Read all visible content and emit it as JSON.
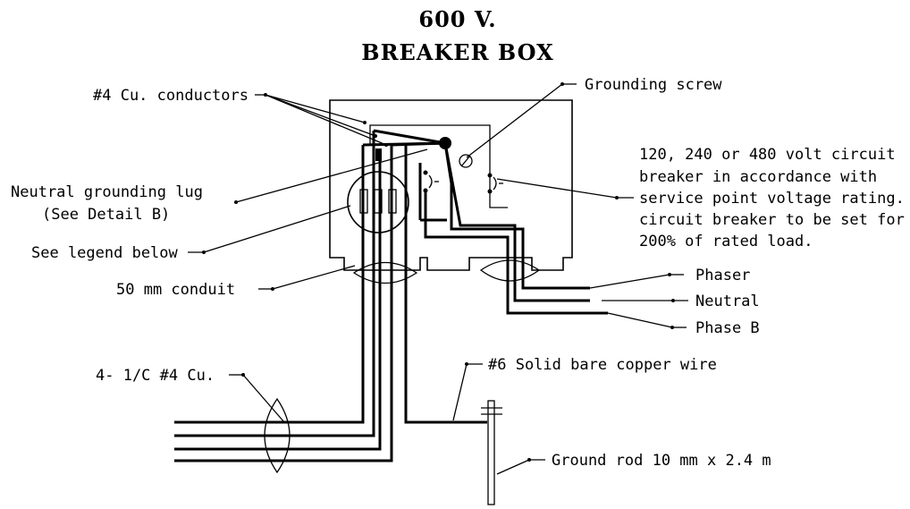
{
  "title": {
    "line1": "600 V.",
    "line2": "BREAKER BOX"
  },
  "labels": {
    "cu_conductors": "#4 Cu. conductors",
    "grounding_screw": "Grounding screw",
    "breaker_note": [
      "120, 240 or 480 volt circuit",
      "breaker in accordance with",
      "service point voltage rating.",
      "circuit breaker to be set for",
      "200% of rated load."
    ],
    "neutral_lug": [
      "Neutral grounding lug",
      "(See Detail B)"
    ],
    "see_legend": "See legend below",
    "conduit": "50 mm conduit",
    "phaser": "Phaser",
    "neutral": "Neutral",
    "phase_b": "Phase B",
    "cable": "4- 1/C #4 Cu.",
    "copper_wire": "#6 Solid bare copper wire",
    "ground_rod": "Ground rod 10 mm x 2.4 m"
  }
}
